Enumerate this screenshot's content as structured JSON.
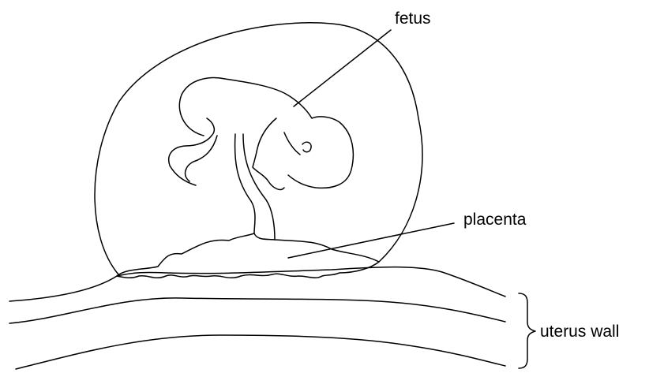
{
  "labels": {
    "fetus": "fetus",
    "placenta": "placenta",
    "uterus_wall": "uterus wall"
  },
  "colors": {
    "line": "#000000",
    "background": "#ffffff"
  }
}
